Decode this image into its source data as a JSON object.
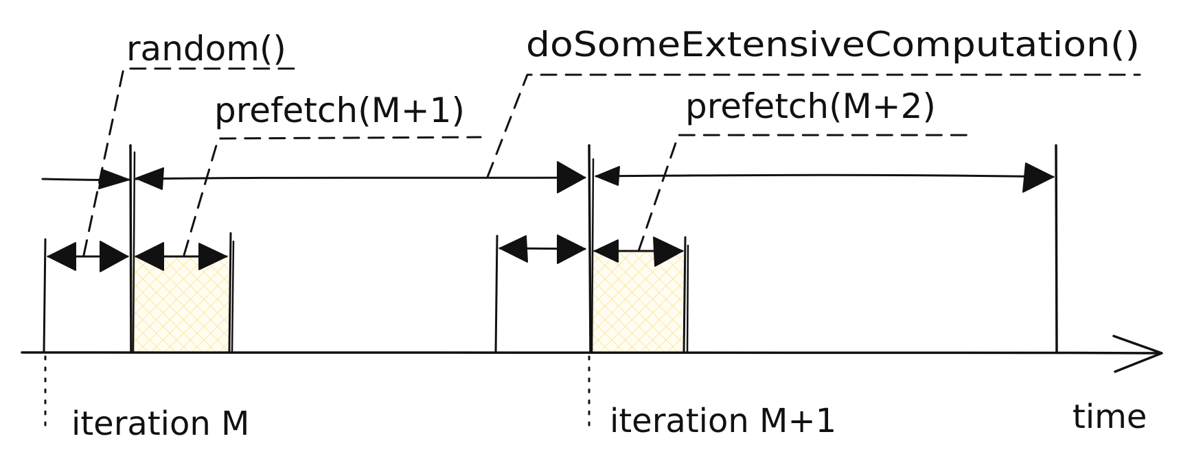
{
  "labels": {
    "random": "random()",
    "do_some": "doSomeExtensiveComputation()",
    "prefetch_m1": "prefetch(M+1)",
    "prefetch_m2": "prefetch(M+2)",
    "iteration_m": "iteration M",
    "iteration_m1": "iteration M+1",
    "time": "time"
  },
  "colors": {
    "ink": "#111111",
    "prefetch_fill": "#fbe8a6",
    "background": "#ffffff"
  }
}
